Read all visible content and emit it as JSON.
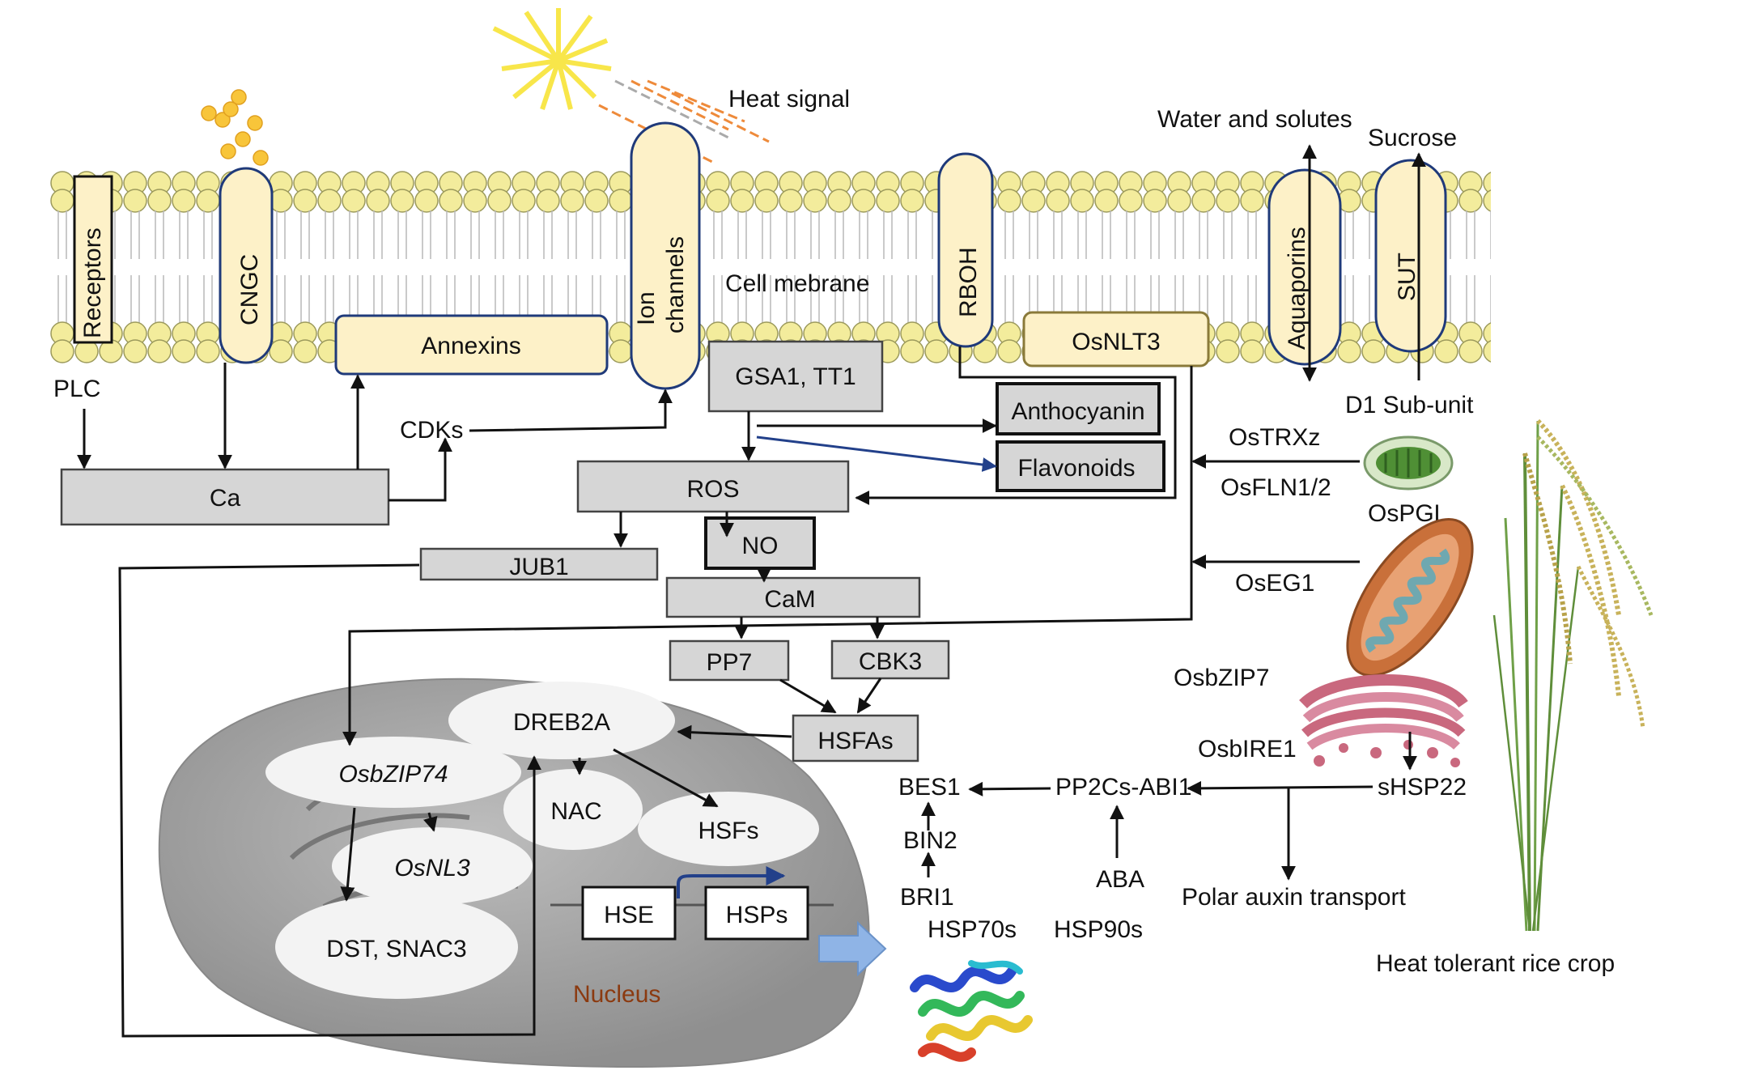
{
  "labels": {
    "heat_signal": "Heat signal",
    "water_solutes": "Water and solutes",
    "sucrose": "Sucrose",
    "receptors": "Receptors",
    "cngc": "CNGC",
    "ion_channels": "Ion\nchannels",
    "cell_membrane": "Cell mebrane",
    "rboh": "RBOH",
    "aquaporins": "Aquaporins",
    "sut": "SUT",
    "annexins": "Annexins",
    "osnlt3": "OsNLT3",
    "plc": "PLC",
    "ca": "Ca",
    "cdks": "CDKs",
    "gsa1_tt1": "GSA1, TT1",
    "anthocyanin": "Anthocyanin",
    "flavonoids": "Flavonoids",
    "ros": "ROS",
    "no": "NO",
    "jub1": "JUB1",
    "cam": "CaM",
    "pp7": "PP7",
    "cbk3": "CBK3",
    "hsfas": "HSFAs",
    "dreb2a": "DREB2A",
    "osbzip74": "OsbZIP74",
    "nac": "NAC",
    "hsfs": "HSFs",
    "osnl3": "OsNL3",
    "dst_snac3": "DST, SNAC3",
    "hse": "HSE",
    "hsps": "HSPs",
    "nucleus": "Nucleus",
    "d1_subunit": "D1 Sub-unit",
    "ostrxz": "OsTRXz",
    "osfln12": "OsFLN1/2",
    "ospgl": "OsPGL",
    "oseg1": "OsEG1",
    "osbzip7": "OsbZIP7",
    "osbire1": "OsbIRE1",
    "shsp22": "sHSP22",
    "bes1": "BES1",
    "pp2cs_abi1": "PP2Cs-ABI1",
    "bin2": "BIN2",
    "bri1": "BRI1",
    "aba": "ABA",
    "polar_auxin": "Polar auxin transport",
    "hsp70s": "HSP70s",
    "hsp90s": "HSP90s",
    "heat_tolerant": "Heat tolerant rice crop"
  },
  "colors": {
    "membrane_head": "#f3ec9c",
    "protein_fill": "#fdf1c8",
    "protein_stroke": "#1f3a7a",
    "box_fill": "#d6d6d6",
    "nucleus_fill": "#9e9e9e",
    "nucleus_text": "#8b3a10",
    "blue_arrow": "#22408a",
    "chloroplast": "#4f8f35",
    "mitochondria": "#c9703a",
    "golgi": "#c9687e",
    "rice_green": "#5f8e3a",
    "rice_grain": "#c8b25a"
  },
  "icons": {
    "sun": "sun-icon",
    "heat_waves": "heat-wave-icon",
    "calcium_ions": "calcium-ions-icon",
    "chloroplast": "chloroplast-icon",
    "mitochondria": "mitochondria-icon",
    "golgi": "golgi-apparatus-icon",
    "protein": "protein-structure-icon",
    "rice": "rice-plant-icon",
    "big_arrow": "block-arrow-icon"
  }
}
